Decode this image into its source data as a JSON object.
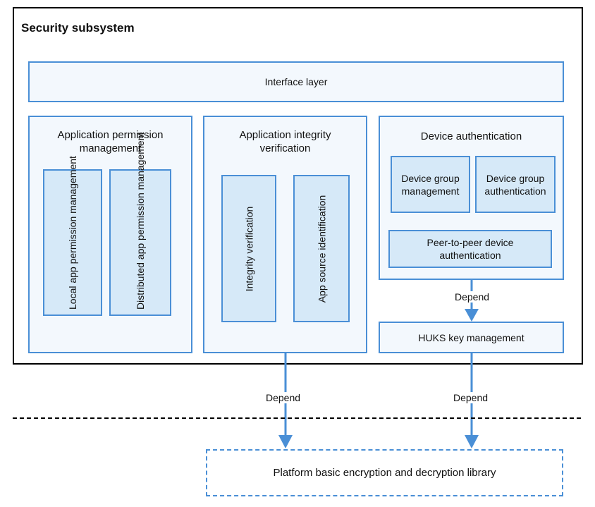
{
  "title": "Security subsystem",
  "interface_layer": "Interface layer",
  "permission": {
    "title": "Application permission management",
    "local": "Local app permission management",
    "distributed": "Distributed app permission management"
  },
  "integrity": {
    "title": "Application integrity verification",
    "integrity_verification": "Integrity verification",
    "app_source": "App source identification"
  },
  "device_auth": {
    "title": "Device authentication",
    "group_management": "Device group management",
    "group_authentication": "Device group authentication",
    "peer_to_peer": "Peer-to-peer device authentication"
  },
  "huks": "HUKS key management",
  "depend_label": "Depend",
  "platform_library": "Platform basic encryption and decryption library",
  "colors": {
    "box_border": "#4a8fd6",
    "box_fill": "#f3f8fd",
    "inner_fill": "#d6e9f8",
    "arrow": "#4a8fd6"
  }
}
